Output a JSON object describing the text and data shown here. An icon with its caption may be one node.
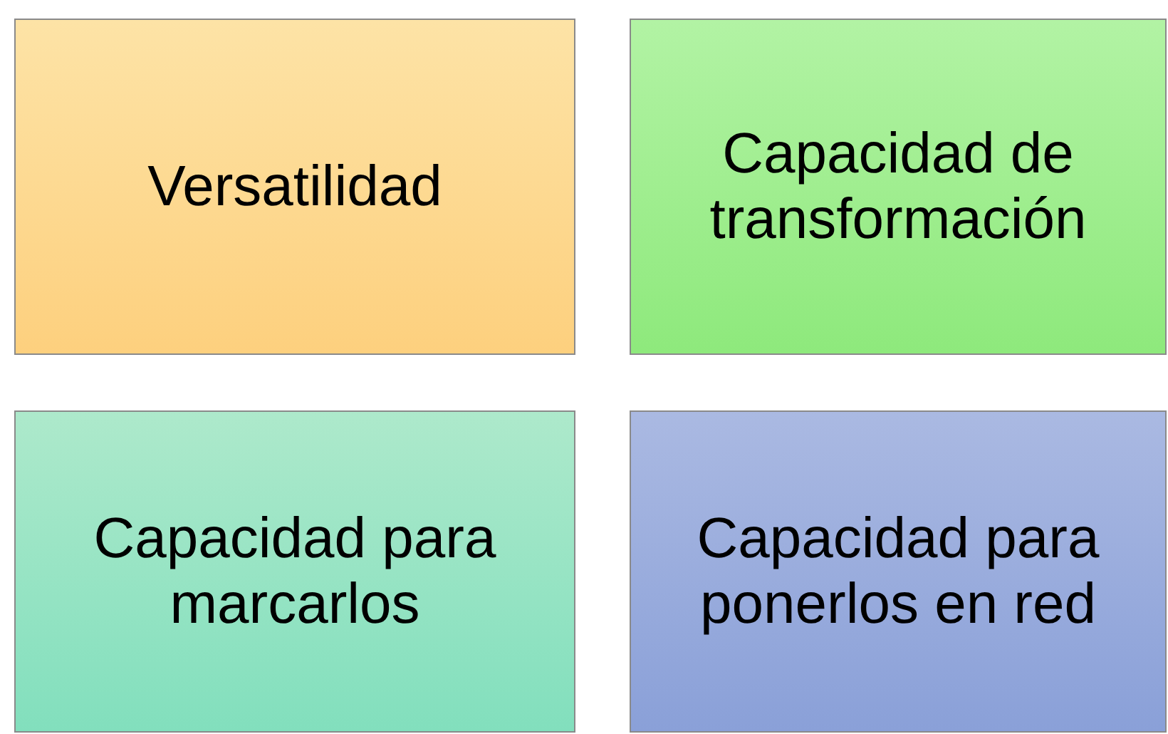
{
  "diagram": {
    "nodes": [
      {
        "text": [
          "Versatilidad"
        ]
      },
      {
        "text": [
          "Capacidad de transformación"
        ]
      },
      {
        "text": [
          "Capacidad para marcarlos"
        ]
      },
      {
        "text": [
          "Capacidad para ponerlos en red"
        ]
      }
    ]
  }
}
